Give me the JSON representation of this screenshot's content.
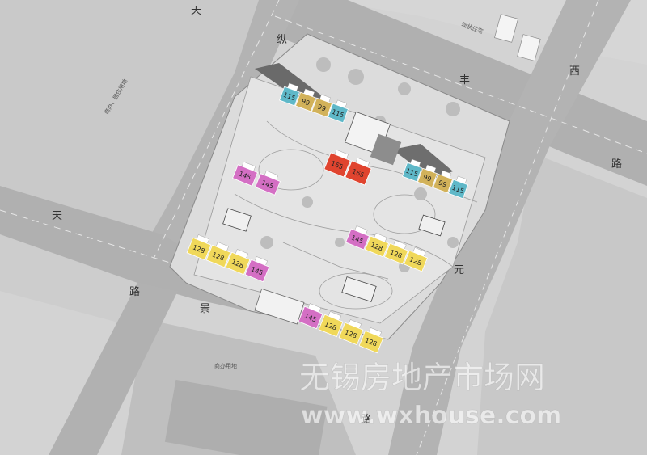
{
  "roads": {
    "tian_zong_1": "天",
    "tian_zong_2": "纵",
    "tian_feng_1": "丰",
    "xi_1": "西",
    "lu_1": "路",
    "tian_jing_1": "天",
    "tian_jing_2": "路",
    "jing_1": "景",
    "jing_2": "路",
    "yuan_1": "元"
  },
  "land_use": {
    "residential_nw": "商办、居住用地",
    "commercial_s": "商办用地",
    "existing_residential_ne": "现状住宅"
  },
  "buildings": {
    "north_row": [
      "115",
      "99",
      "99",
      "115"
    ],
    "east_row": [
      "115",
      "99",
      "99",
      "115"
    ],
    "center_red": [
      "165",
      "165"
    ],
    "west_pink": [
      "145",
      "145"
    ],
    "east_mid": [
      "145",
      "128",
      "128",
      "128"
    ],
    "sw_row": [
      "128",
      "128",
      "128",
      "145"
    ],
    "south_row": [
      "145",
      "128",
      "128",
      "128"
    ]
  },
  "watermark": {
    "cn": "无锡房地产市场网",
    "en": "www.wxhouse.com"
  },
  "colors": {
    "cyan": "#5fb8c8",
    "gold": "#d2b25a",
    "red": "#e0442f",
    "pink": "#d46fc4",
    "yellow": "#f0d85a",
    "road": "#a9a9a9"
  }
}
